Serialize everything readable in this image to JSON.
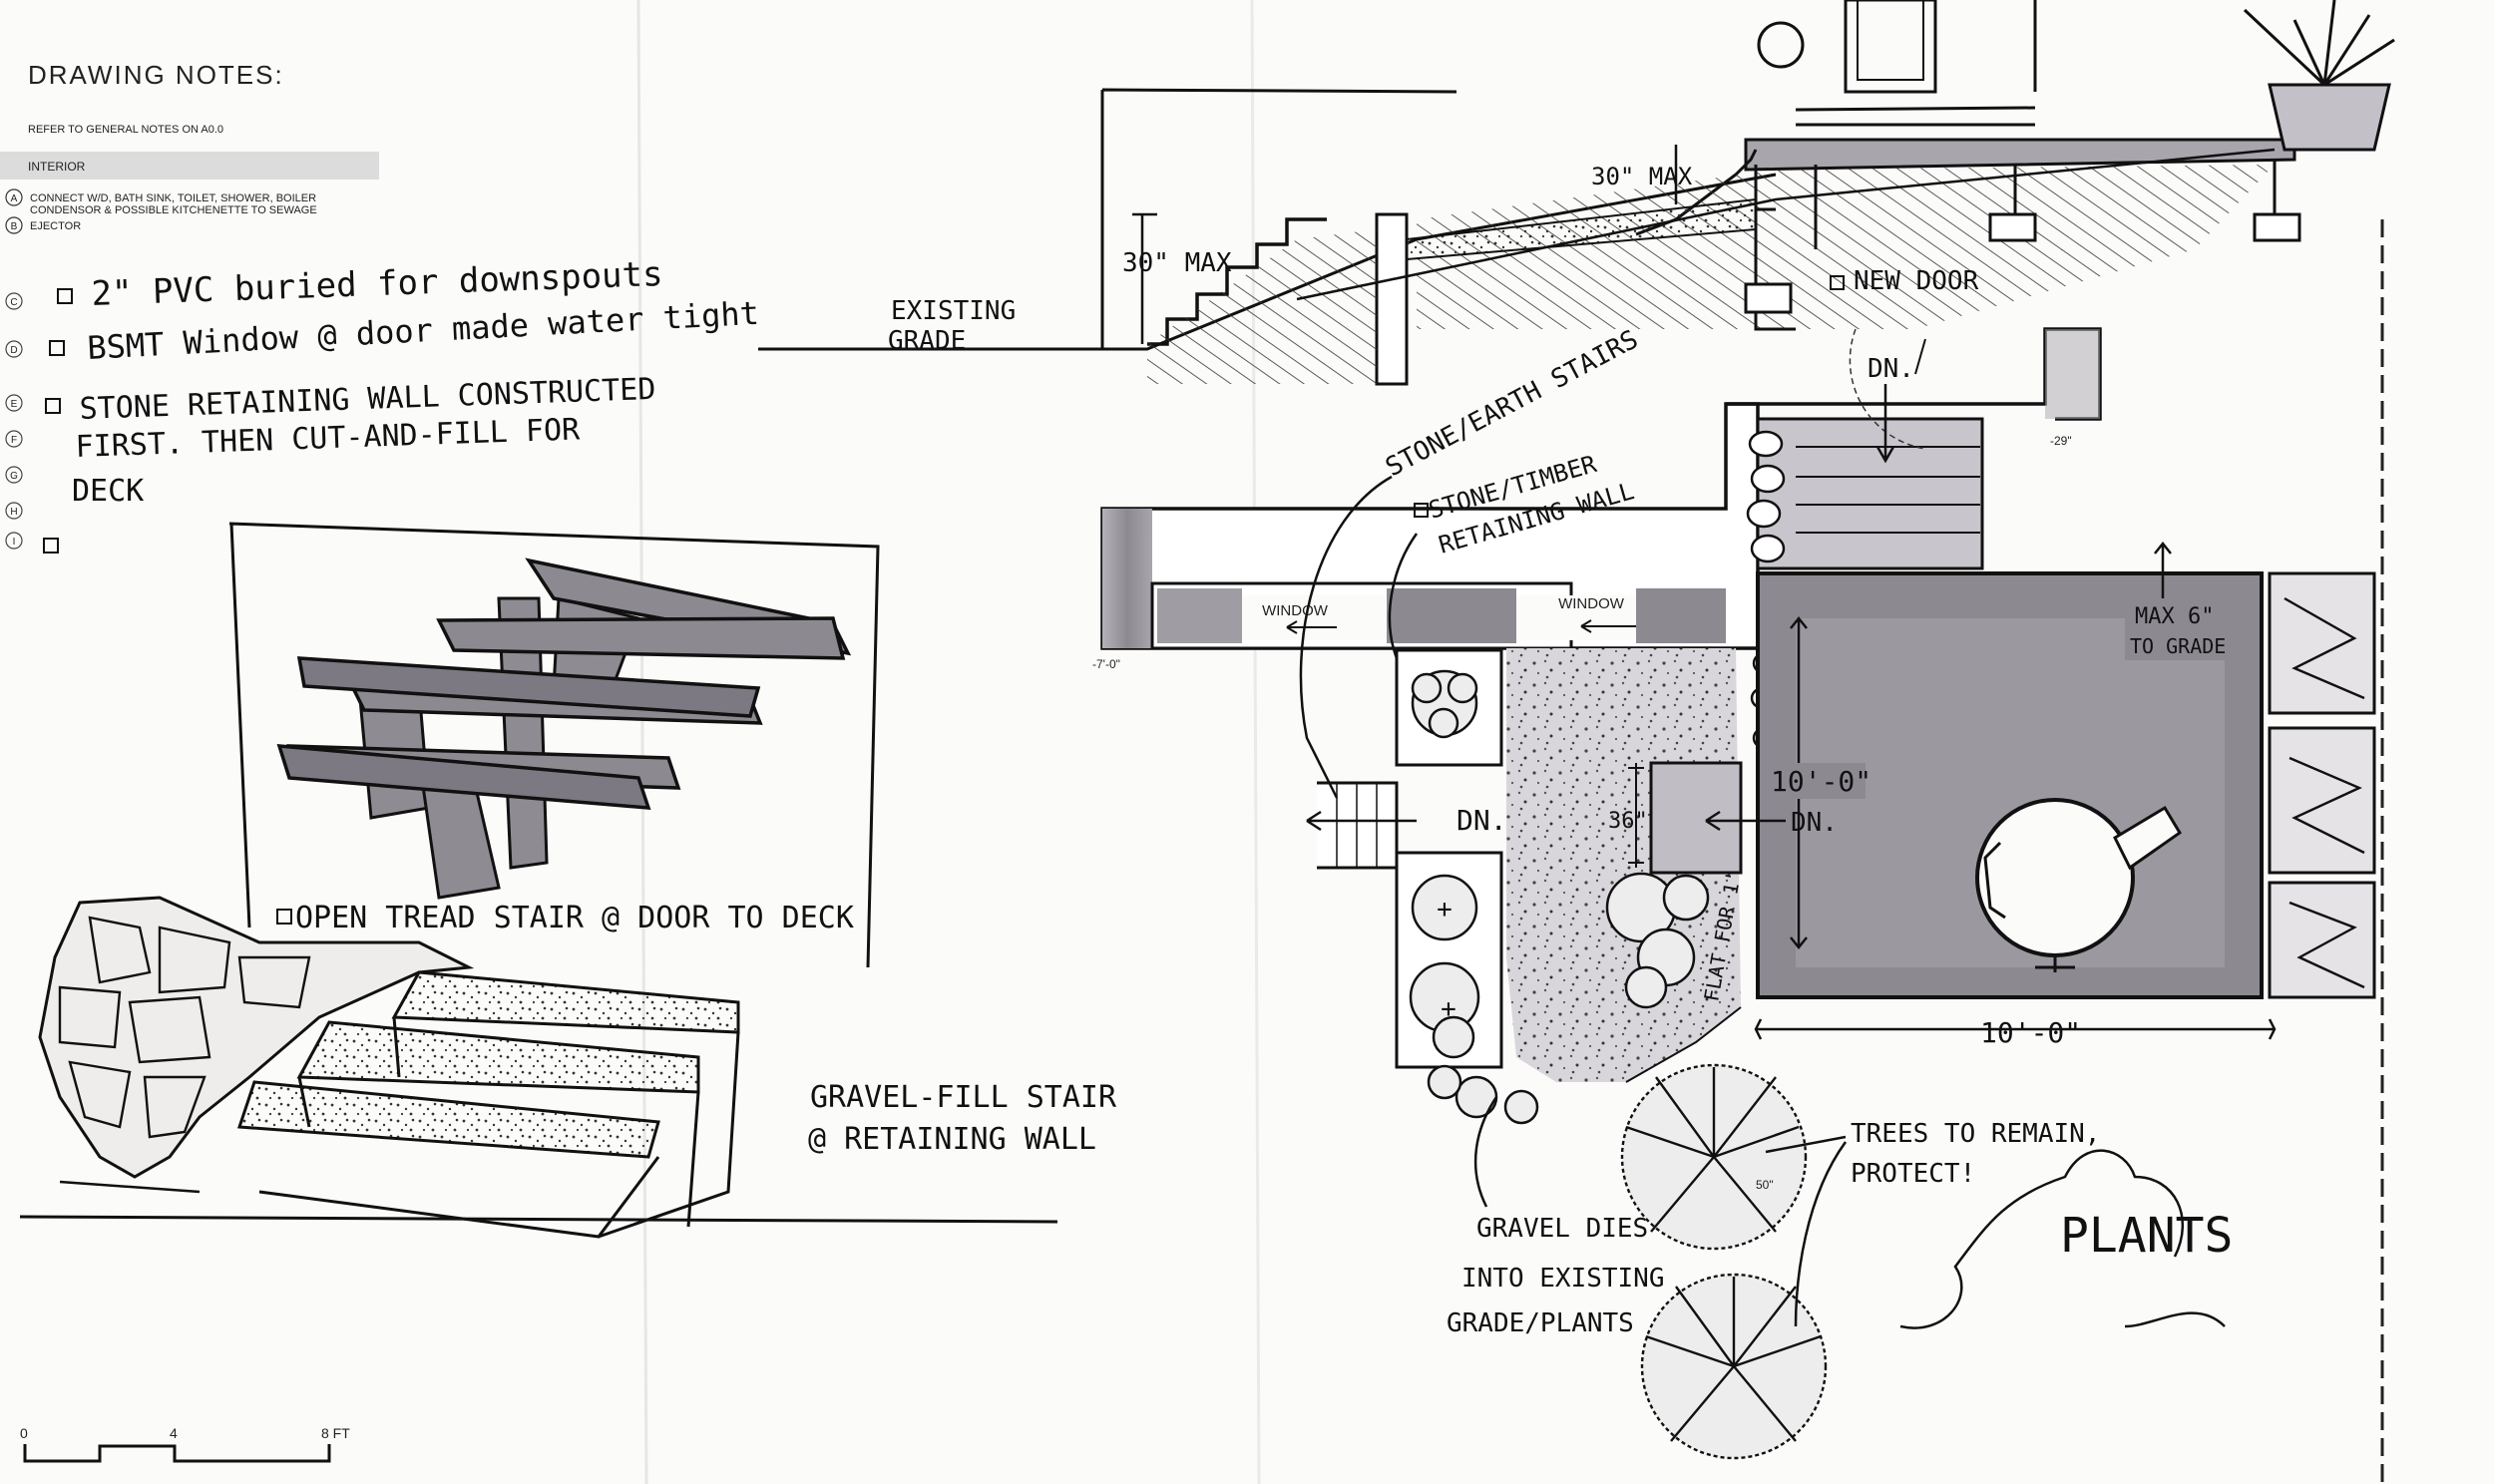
{
  "notes": {
    "title": "DRAWING NOTES:",
    "refer": "REFER TO GENERAL NOTES ON A0.0",
    "section": "INTERIOR",
    "item_a": "CONNECT W/D, BATH SINK, TOILET, SHOWER, BOILER",
    "item_a2": "CONDENSOR & POSSIBLE KITCHENETTE TO SEWAGE",
    "item_b": "EJECTOR",
    "markers": [
      "A",
      "B",
      "C",
      "D",
      "E",
      "F",
      "G",
      "H",
      "I"
    ],
    "hand_c": "2\" PVC buried for downspouts",
    "hand_d": "BSMT Window @ door made water tight",
    "hand_e1": "STONE RETAINING WALL CONSTRUCTED",
    "hand_e2": "FIRST. THEN CUT-AND-FILL FOR",
    "hand_e3": "DECK"
  },
  "details": {
    "open_tread": "OPEN TREAD STAIR @ DOOR TO DECK",
    "gravel_fill_1": "GRAVEL-FILL STAIR",
    "gravel_fill_2": "@ RETAINING WALL"
  },
  "section": {
    "existing_grade_1": "EXISTING",
    "existing_grade_2": "GRADE",
    "max_left": "30\" MAX",
    "max_right": "30\" MAX",
    "new_door": "NEW DOOR"
  },
  "plan": {
    "dn_top": "DN.",
    "stone_earth": "STONE/EARTH STAIRS",
    "stone_timber_1": "STONE/TIMBER",
    "stone_timber_2": "RETAINING WALL",
    "elev_29": "-29\"",
    "elev_7": "-7'-0\"",
    "window_left": "WINDOW",
    "window_right": "WINDOW",
    "max6_1": "MAX 6\"",
    "max6_2": "TO GRADE",
    "dim_vert": "10'-0\"",
    "dim_horiz": "10'-0\"",
    "dn_left": "DN.",
    "dn_right": "DN.",
    "dim_36": "36\"",
    "flat_for": "FLAT FOR 1'",
    "dim_50": "50\"",
    "trees_1": "TREES TO REMAIN,",
    "trees_2": "PROTECT!",
    "plants": "PLANTS",
    "gravel_1": "GRAVEL DIES",
    "gravel_2": "INTO EXISTING",
    "gravel_3": "GRADE/PLANTS"
  },
  "scale": {
    "labels": [
      "0",
      "4",
      "8 FT"
    ]
  },
  "colors": {
    "ink": "#111111",
    "marker_dark": "#8a8590",
    "marker_light": "#c9c5cc",
    "paper": "#fbfbfa"
  }
}
